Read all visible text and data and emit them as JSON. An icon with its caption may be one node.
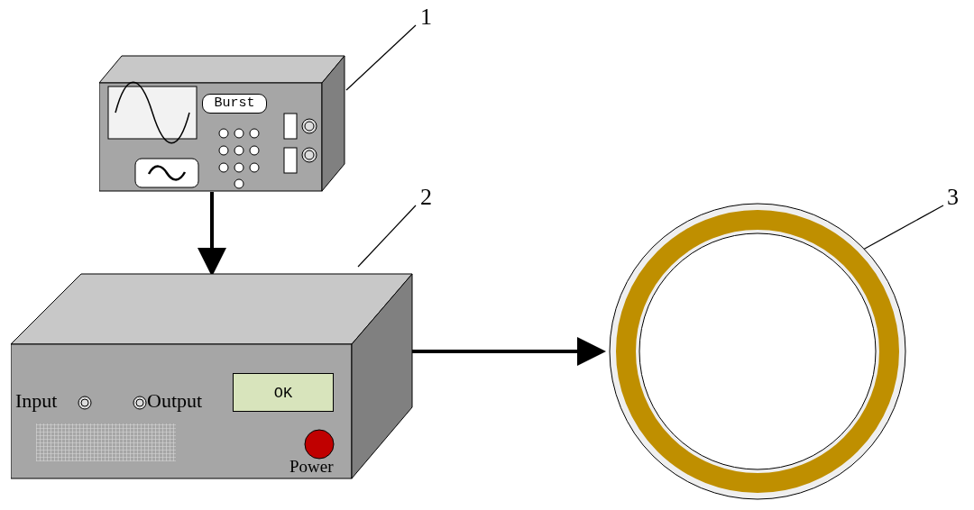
{
  "diagram": {
    "nodes": [
      {
        "text": [
          "Burst"
        ]
      },
      {
        "text": [
          "Input",
          "Output",
          "OK",
          "Power"
        ]
      },
      {
        "text": [],
        "shape": "circle"
      },
      {
        "text": [
          "1"
        ]
      },
      {
        "text": [
          "2"
        ]
      },
      {
        "text": [
          "3"
        ]
      }
    ],
    "edges": [
      {
        "from": 0,
        "to": 1,
        "arrow": "to",
        "style": "thick"
      },
      {
        "from": 1,
        "to": 2,
        "arrow": "to",
        "style": "thick"
      },
      {
        "from": 3,
        "to": 0,
        "arrow": "none"
      },
      {
        "from": 4,
        "to": 1,
        "arrow": "none"
      },
      {
        "from": 5,
        "to": 2,
        "arrow": "none"
      }
    ]
  }
}
